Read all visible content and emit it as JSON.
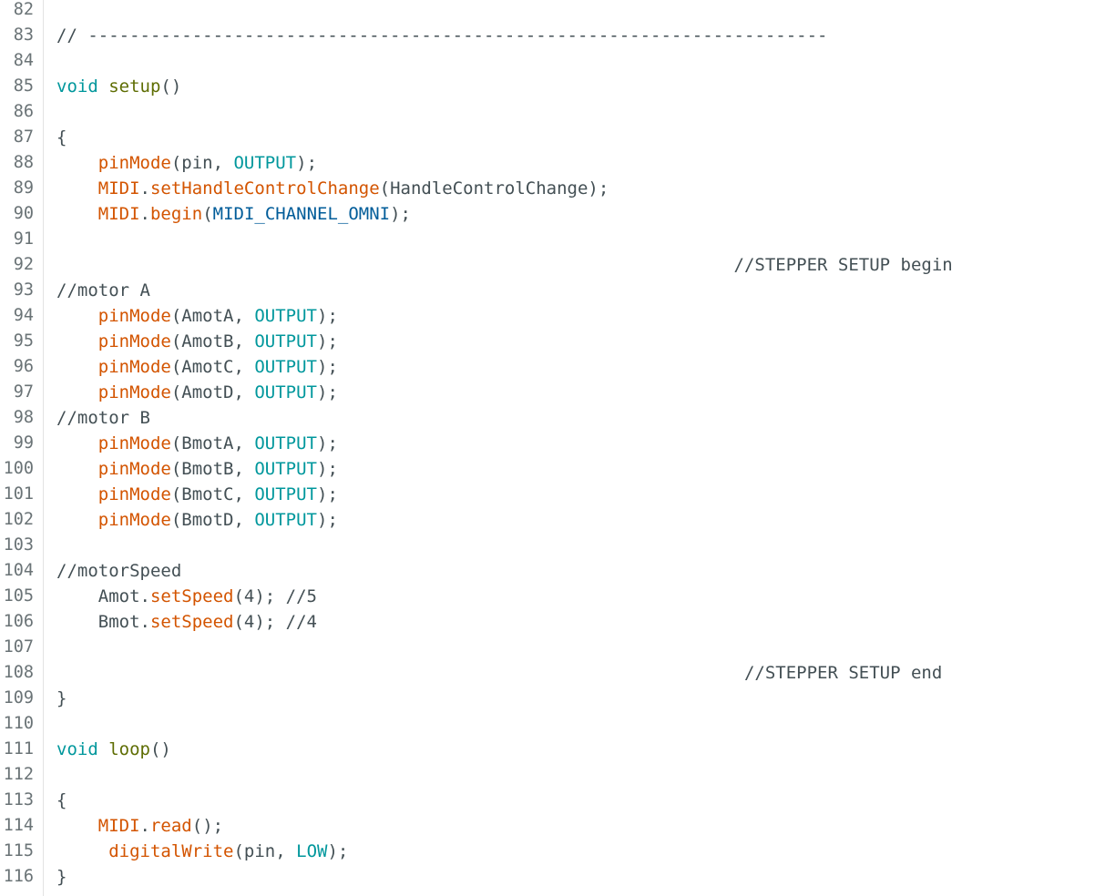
{
  "editor": {
    "lines": [
      {
        "number": "82",
        "tokens": []
      },
      {
        "number": "83",
        "tokens": [
          {
            "t": "// -----------------------------------------------------------------------",
            "c": "comment"
          }
        ]
      },
      {
        "number": "84",
        "tokens": []
      },
      {
        "number": "85",
        "tokens": [
          {
            "t": "void",
            "c": "keyword"
          },
          {
            "t": " ",
            "c": "plain"
          },
          {
            "t": "setup",
            "c": "function"
          },
          {
            "t": "()",
            "c": "plain"
          }
        ]
      },
      {
        "number": "86",
        "tokens": []
      },
      {
        "number": "87",
        "tokens": [
          {
            "t": "{",
            "c": "plain"
          }
        ]
      },
      {
        "number": "88",
        "tokens": [
          {
            "t": "    ",
            "c": "plain"
          },
          {
            "t": "pinMode",
            "c": "method"
          },
          {
            "t": "(pin, ",
            "c": "plain"
          },
          {
            "t": "OUTPUT",
            "c": "constant"
          },
          {
            "t": ");",
            "c": "plain"
          }
        ]
      },
      {
        "number": "89",
        "tokens": [
          {
            "t": "    ",
            "c": "plain"
          },
          {
            "t": "MIDI",
            "c": "object"
          },
          {
            "t": ".",
            "c": "plain"
          },
          {
            "t": "setHandleControlChange",
            "c": "method"
          },
          {
            "t": "(HandleControlChange);",
            "c": "plain"
          }
        ]
      },
      {
        "number": "90",
        "tokens": [
          {
            "t": "    ",
            "c": "plain"
          },
          {
            "t": "MIDI",
            "c": "object"
          },
          {
            "t": ".",
            "c": "plain"
          },
          {
            "t": "begin",
            "c": "method"
          },
          {
            "t": "(",
            "c": "plain"
          },
          {
            "t": "MIDI_CHANNEL_OMNI",
            "c": "macro"
          },
          {
            "t": ");",
            "c": "plain"
          }
        ]
      },
      {
        "number": "91",
        "tokens": []
      },
      {
        "number": "92",
        "tokens": [
          {
            "t": "                                                                 //STEPPER SETUP begin",
            "c": "comment"
          }
        ]
      },
      {
        "number": "93",
        "tokens": [
          {
            "t": "//motor A",
            "c": "comment"
          }
        ]
      },
      {
        "number": "94",
        "tokens": [
          {
            "t": "    ",
            "c": "plain"
          },
          {
            "t": "pinMode",
            "c": "method"
          },
          {
            "t": "(AmotA, ",
            "c": "plain"
          },
          {
            "t": "OUTPUT",
            "c": "constant"
          },
          {
            "t": ");",
            "c": "plain"
          }
        ]
      },
      {
        "number": "95",
        "tokens": [
          {
            "t": "    ",
            "c": "plain"
          },
          {
            "t": "pinMode",
            "c": "method"
          },
          {
            "t": "(AmotB, ",
            "c": "plain"
          },
          {
            "t": "OUTPUT",
            "c": "constant"
          },
          {
            "t": ");",
            "c": "plain"
          }
        ]
      },
      {
        "number": "96",
        "tokens": [
          {
            "t": "    ",
            "c": "plain"
          },
          {
            "t": "pinMode",
            "c": "method"
          },
          {
            "t": "(AmotC, ",
            "c": "plain"
          },
          {
            "t": "OUTPUT",
            "c": "constant"
          },
          {
            "t": ");",
            "c": "plain"
          }
        ]
      },
      {
        "number": "97",
        "tokens": [
          {
            "t": "    ",
            "c": "plain"
          },
          {
            "t": "pinMode",
            "c": "method"
          },
          {
            "t": "(AmotD, ",
            "c": "plain"
          },
          {
            "t": "OUTPUT",
            "c": "constant"
          },
          {
            "t": ");",
            "c": "plain"
          }
        ]
      },
      {
        "number": "98",
        "tokens": [
          {
            "t": "//motor B",
            "c": "comment"
          }
        ]
      },
      {
        "number": "99",
        "tokens": [
          {
            "t": "    ",
            "c": "plain"
          },
          {
            "t": "pinMode",
            "c": "method"
          },
          {
            "t": "(BmotA, ",
            "c": "plain"
          },
          {
            "t": "OUTPUT",
            "c": "constant"
          },
          {
            "t": ");",
            "c": "plain"
          }
        ]
      },
      {
        "number": "100",
        "tokens": [
          {
            "t": "    ",
            "c": "plain"
          },
          {
            "t": "pinMode",
            "c": "method"
          },
          {
            "t": "(BmotB, ",
            "c": "plain"
          },
          {
            "t": "OUTPUT",
            "c": "constant"
          },
          {
            "t": ");",
            "c": "plain"
          }
        ]
      },
      {
        "number": "101",
        "tokens": [
          {
            "t": "    ",
            "c": "plain"
          },
          {
            "t": "pinMode",
            "c": "method"
          },
          {
            "t": "(BmotC, ",
            "c": "plain"
          },
          {
            "t": "OUTPUT",
            "c": "constant"
          },
          {
            "t": ");",
            "c": "plain"
          }
        ]
      },
      {
        "number": "102",
        "tokens": [
          {
            "t": "    ",
            "c": "plain"
          },
          {
            "t": "pinMode",
            "c": "method"
          },
          {
            "t": "(BmotD, ",
            "c": "plain"
          },
          {
            "t": "OUTPUT",
            "c": "constant"
          },
          {
            "t": ");",
            "c": "plain"
          }
        ]
      },
      {
        "number": "103",
        "tokens": []
      },
      {
        "number": "104",
        "tokens": [
          {
            "t": "//motorSpeed",
            "c": "comment"
          }
        ]
      },
      {
        "number": "105",
        "tokens": [
          {
            "t": "    Amot.",
            "c": "plain"
          },
          {
            "t": "setSpeed",
            "c": "method"
          },
          {
            "t": "(4); //5",
            "c": "plain"
          }
        ]
      },
      {
        "number": "106",
        "tokens": [
          {
            "t": "    Bmot.",
            "c": "plain"
          },
          {
            "t": "setSpeed",
            "c": "method"
          },
          {
            "t": "(4); //4",
            "c": "plain"
          }
        ]
      },
      {
        "number": "107",
        "tokens": []
      },
      {
        "number": "108",
        "tokens": [
          {
            "t": "                                                                  //STEPPER SETUP end",
            "c": "comment"
          }
        ]
      },
      {
        "number": "109",
        "tokens": [
          {
            "t": "}",
            "c": "plain"
          }
        ]
      },
      {
        "number": "110",
        "tokens": []
      },
      {
        "number": "111",
        "tokens": [
          {
            "t": "void",
            "c": "keyword"
          },
          {
            "t": " ",
            "c": "plain"
          },
          {
            "t": "loop",
            "c": "function"
          },
          {
            "t": "()",
            "c": "plain"
          }
        ]
      },
      {
        "number": "112",
        "tokens": []
      },
      {
        "number": "113",
        "tokens": [
          {
            "t": "{",
            "c": "plain"
          }
        ]
      },
      {
        "number": "114",
        "tokens": [
          {
            "t": "    ",
            "c": "plain"
          },
          {
            "t": "MIDI",
            "c": "object"
          },
          {
            "t": ".",
            "c": "plain"
          },
          {
            "t": "read",
            "c": "method"
          },
          {
            "t": "();",
            "c": "plain"
          }
        ]
      },
      {
        "number": "115",
        "tokens": [
          {
            "t": "     ",
            "c": "plain"
          },
          {
            "t": "digitalWrite",
            "c": "method"
          },
          {
            "t": "(pin, ",
            "c": "plain"
          },
          {
            "t": "LOW",
            "c": "constant"
          },
          {
            "t": ");",
            "c": "plain"
          }
        ]
      },
      {
        "number": "116",
        "tokens": [
          {
            "t": "}",
            "c": "plain"
          }
        ]
      }
    ]
  },
  "colors": {
    "keyword": "#00979c",
    "function": "#5e6d03",
    "method": "#d35400",
    "constant": "#00979c",
    "macro": "#005c99",
    "plain": "#434f54",
    "line_number": "#6a7376"
  }
}
